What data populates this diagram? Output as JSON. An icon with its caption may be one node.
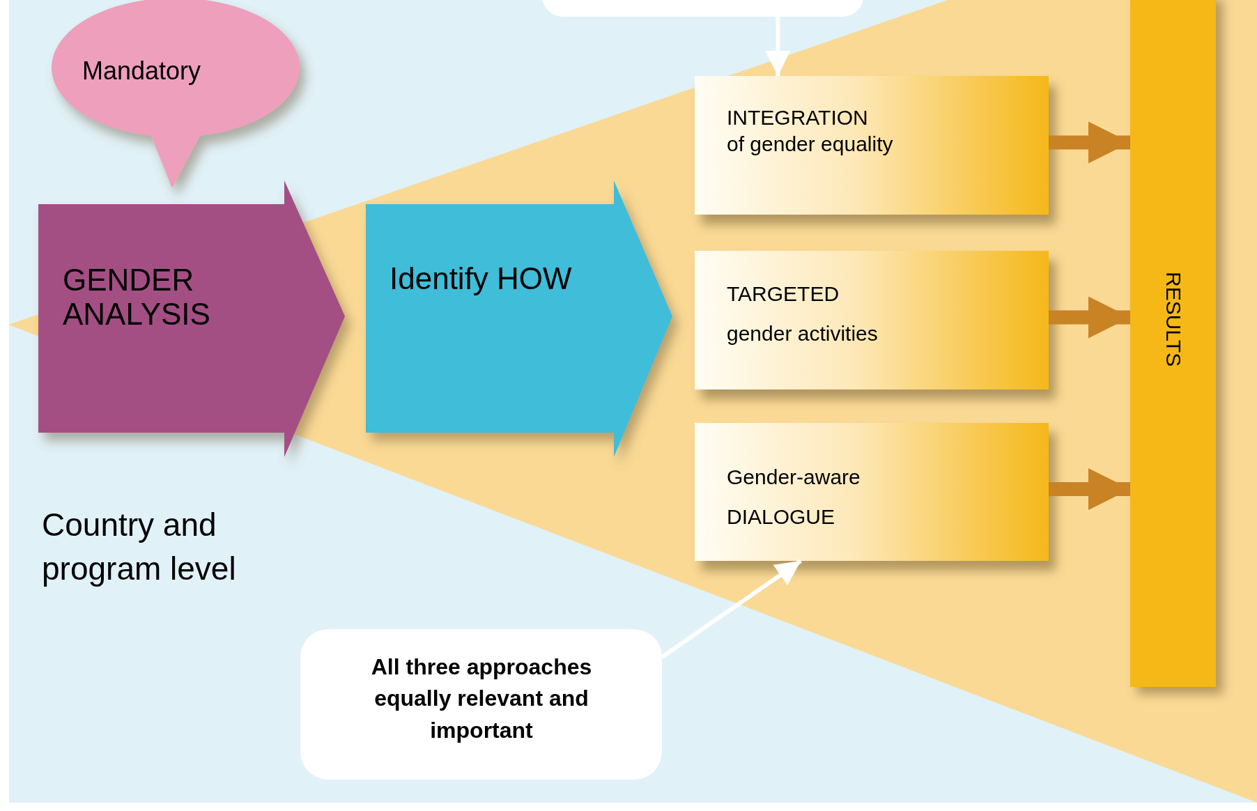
{
  "diagram": {
    "nodes": [
      {
        "text": [
          "Mandatory"
        ]
      },
      {
        "text": [
          "GENDER ANALYSIS"
        ]
      },
      {
        "text": [
          "Identify HOW"
        ]
      },
      {
        "text": [],
        "shape": "box"
      },
      {
        "text": [
          "INTEGRATION",
          "of gender equality"
        ]
      },
      {
        "text": [
          "TARGETED",
          "gender activities"
        ]
      },
      {
        "text": [
          "Gender-aware",
          "DIALOGUE"
        ]
      },
      {
        "text": [
          "RESULTS"
        ]
      },
      {
        "text": [
          "All three approaches equally relevant and important"
        ]
      }
    ],
    "edges": [
      {
        "from": 3,
        "to": 4,
        "arrow": "to",
        "color": "#ffffff"
      },
      {
        "from": 4,
        "to": 7,
        "arrow": "to"
      },
      {
        "from": 5,
        "to": 7,
        "arrow": "to"
      },
      {
        "from": 6,
        "to": 7,
        "arrow": "to"
      },
      {
        "from": 8,
        "to": 6,
        "arrow": "to",
        "color": "#ffffff"
      }
    ],
    "labels": [
      "Country and program level"
    ]
  }
}
